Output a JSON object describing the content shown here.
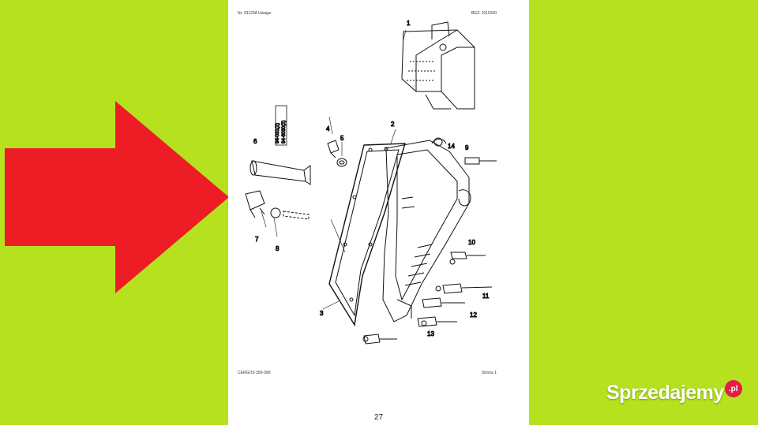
{
  "page": {
    "header_left": "Nr. 33120A   Uwaga:",
    "header_right": "BGZ: 0110160",
    "footer_left": "CERGOS 350-390",
    "footer_right": "Strona 1",
    "page_number": "27"
  },
  "diagram": {
    "callouts": [
      "1",
      "2",
      "3",
      "4",
      "5",
      "6",
      "7",
      "8",
      "9",
      "10",
      "11",
      "12",
      "13",
      "14"
    ],
    "tube_codes": [
      "94-031(2)",
      "94-6030(2)"
    ]
  },
  "watermark": {
    "text": "Sprzedajemy",
    "suffix": ".pl"
  },
  "colors": {
    "background": "#b5e11f",
    "arrow": "#ee1c25",
    "page": "#ffffff",
    "badge": "#e11d48"
  }
}
